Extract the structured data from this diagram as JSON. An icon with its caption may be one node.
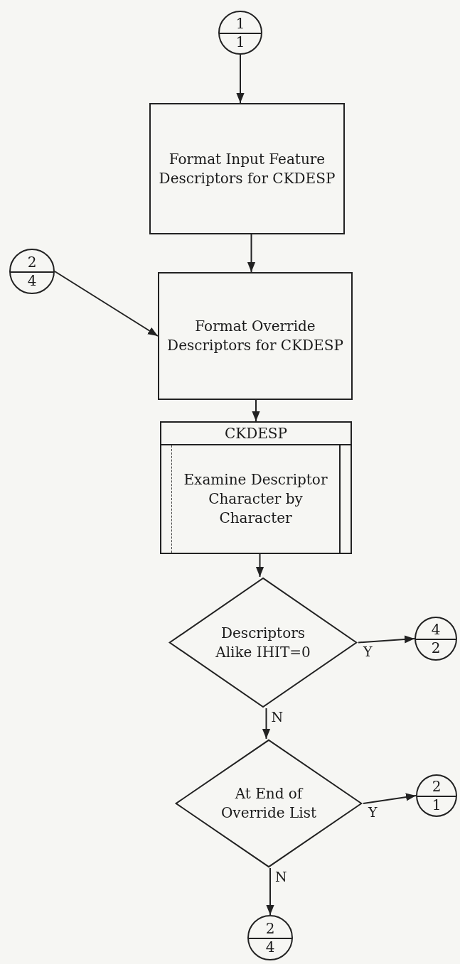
{
  "diagram": {
    "nodes": [
      {
        "text": [
          "1",
          "1"
        ]
      },
      {
        "text": [
          "Format Input Feature Descriptors for CKDESP"
        ]
      },
      {
        "text": [
          "2",
          "4"
        ]
      },
      {
        "text": [
          "Format Override Descriptors for CKDESP"
        ]
      },
      {
        "text": [
          "CKDESP",
          "Examine Descriptor Character by Character"
        ]
      },
      {
        "text": [
          "Descriptors Alike IHIT=0"
        ]
      },
      {
        "text": [
          "4",
          "2"
        ]
      },
      {
        "text": [
          "At End of Override List"
        ]
      },
      {
        "text": [
          "2",
          "1"
        ]
      },
      {
        "text": [
          "2",
          "4"
        ]
      }
    ],
    "edges": [
      {
        "from": 0,
        "to": 1,
        "arrow": "to"
      },
      {
        "from": 1,
        "to": 3,
        "arrow": "to"
      },
      {
        "from": 2,
        "to": 3,
        "arrow": "to"
      },
      {
        "from": 3,
        "to": 4,
        "arrow": "to"
      },
      {
        "from": 4,
        "to": 5,
        "arrow": "to"
      },
      {
        "from": 5,
        "to": 6,
        "label": "Y",
        "arrow": "to"
      },
      {
        "from": 5,
        "to": 7,
        "label": "N",
        "arrow": "to"
      },
      {
        "from": 7,
        "to": 8,
        "label": "Y",
        "arrow": "to"
      },
      {
        "from": 7,
        "to": 9,
        "label": "N",
        "arrow": "to"
      }
    ]
  }
}
